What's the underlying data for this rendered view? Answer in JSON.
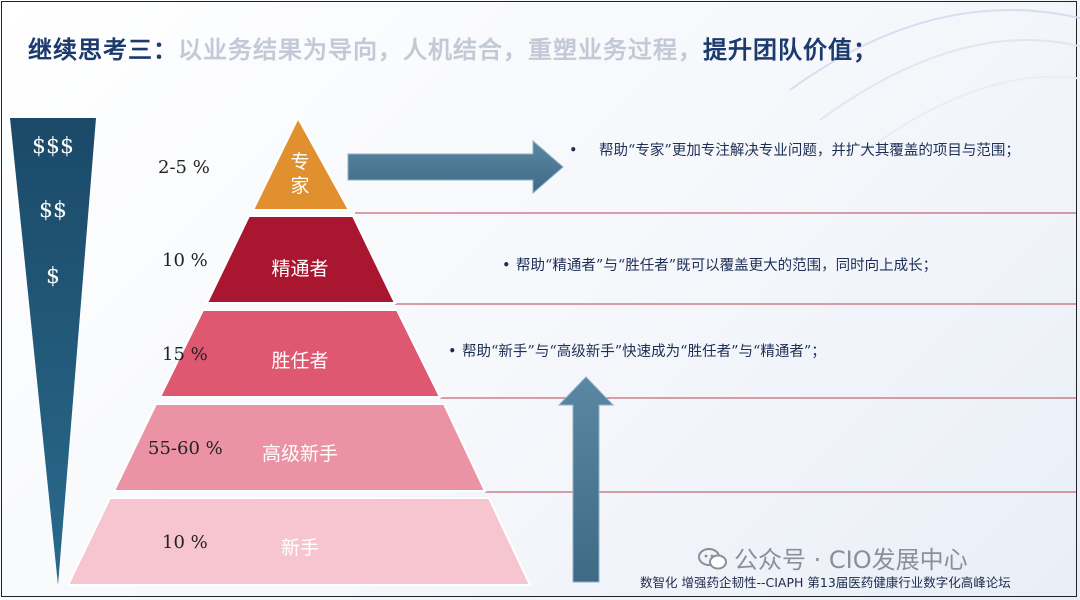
{
  "title": {
    "part1": "继续思考三：",
    "part2": "以业务结果为导向，人机结合，重塑业务过程，",
    "part3": "提升团队价值；"
  },
  "value_scale": [
    "$$$",
    "$$",
    "$"
  ],
  "levels": [
    {
      "label": "专\n家",
      "percent": "2-5 %",
      "color": "#e0902e"
    },
    {
      "label": "精通者",
      "percent": "10 %",
      "color": "#a8162f"
    },
    {
      "label": "胜任者",
      "percent": "15 %",
      "color": "#dd5870"
    },
    {
      "label": "高级新手",
      "percent": "55-60 %",
      "color": "#eb93a5"
    },
    {
      "label": "新手",
      "percent": "10 %",
      "color": "#f7c5cf"
    }
  ],
  "notes": [
    "帮助“专家”更加专注解决专业问题，并扩大其覆盖的项目与范围；",
    "帮助“精通者”与“胜任者”既可以覆盖更大的范围，同时向上成长；",
    "帮助“新手”与“高级新手”快速成为“胜任者”与“精通者”；"
  ],
  "watermark": "公众号 · CIO发展中心",
  "footer": "数智化 增强药企韧性--CIAPH 第13届医药健康行业数字化高峰论坛",
  "colors": {
    "title_dark": "#1d3a6e",
    "title_light": "#c3c9d6",
    "arrow": "#4f7c98",
    "money_bar": "#1b4968"
  }
}
